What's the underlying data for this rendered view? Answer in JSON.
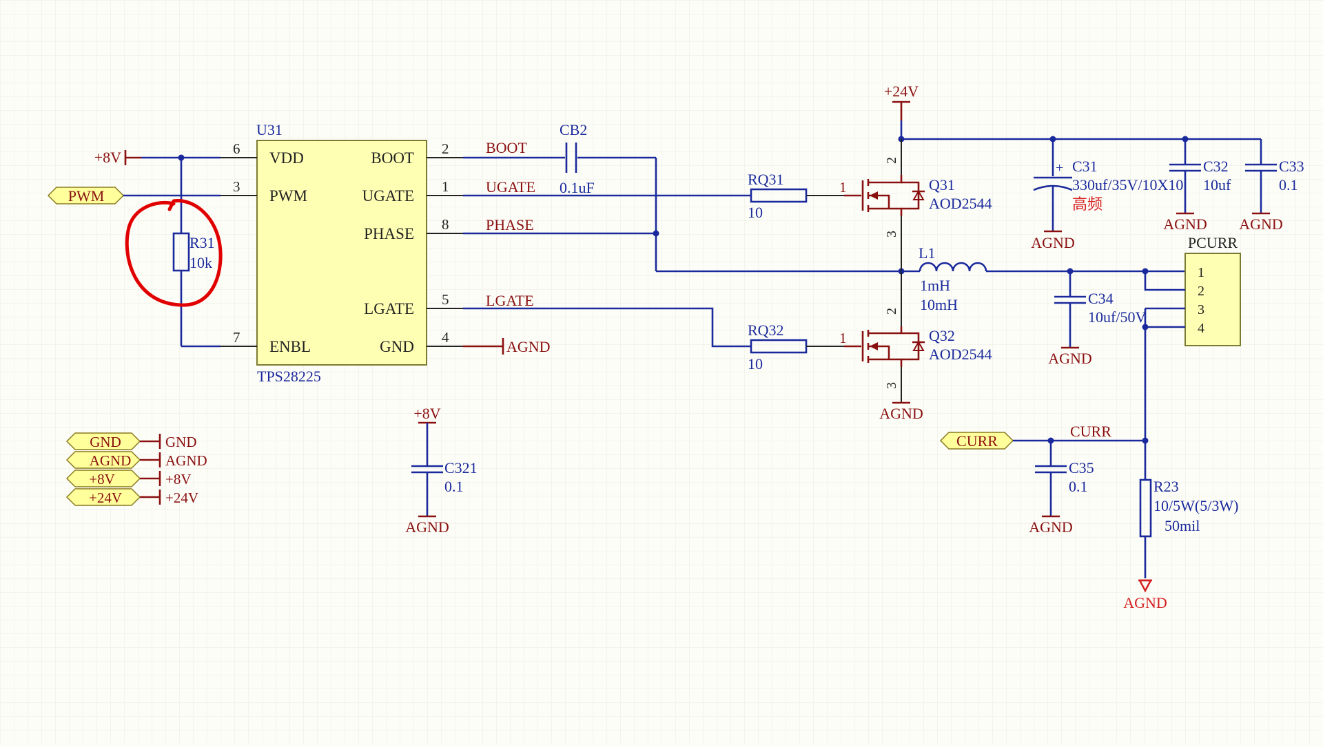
{
  "colors": {
    "wire": "#1a2a9c",
    "component": "#1a2a9c",
    "power_label": "#8a1010",
    "ic_fill": "#ffffb4",
    "port_fill": "#ffff9c",
    "highlight": "#e00000",
    "background": "#fdfdf8"
  },
  "ic": {
    "designator": "U31",
    "part": "TPS28225",
    "pins_left": [
      {
        "num": "6",
        "name": "VDD"
      },
      {
        "num": "3",
        "name": "PWM"
      },
      {
        "num": "7",
        "name": "ENBL"
      }
    ],
    "pins_right": [
      {
        "num": "2",
        "name": "BOOT"
      },
      {
        "num": "1",
        "name": "UGATE"
      },
      {
        "num": "8",
        "name": "PHASE"
      },
      {
        "num": "5",
        "name": "LGATE"
      },
      {
        "num": "4",
        "name": "GND"
      }
    ]
  },
  "nets": {
    "boot": "BOOT",
    "ugate": "UGATE",
    "phase": "PHASE",
    "lgate": "LGATE",
    "curr": "CURR"
  },
  "power": {
    "v8": "+8V",
    "v24": "+24V",
    "agnd": "AGND",
    "gnd": "GND"
  },
  "ports": {
    "pwm": "PWM",
    "curr": "CURR",
    "legend": [
      {
        "port": "GND",
        "net": "GND"
      },
      {
        "port": "AGND",
        "net": "AGND"
      },
      {
        "port": "+8V",
        "net": "+8V"
      },
      {
        "port": "+24V",
        "net": "+24V"
      }
    ]
  },
  "components": {
    "r31": {
      "ref": "R31",
      "value": "10k"
    },
    "cb2": {
      "ref": "CB2",
      "value": "0.1uF"
    },
    "rq31": {
      "ref": "RQ31",
      "value": "10",
      "pin": "1"
    },
    "rq32": {
      "ref": "RQ32",
      "value": "10",
      "pin": "1"
    },
    "q31": {
      "ref": "Q31",
      "part": "AOD2544",
      "pin_d": "2",
      "pin_s": "3"
    },
    "q32": {
      "ref": "Q32",
      "part": "AOD2544",
      "pin_d": "2",
      "pin_s": "3"
    },
    "l1": {
      "ref": "L1",
      "value1": "1mH",
      "value2": "10mH"
    },
    "c31": {
      "ref": "C31",
      "plus": "+",
      "value": "330uf/35V/10X10",
      "note": "高频"
    },
    "c32": {
      "ref": "C32",
      "value": "10uf"
    },
    "c33": {
      "ref": "C33",
      "value": "0.1"
    },
    "c34": {
      "ref": "C34",
      "value": "10uf/50V"
    },
    "c35": {
      "ref": "C35",
      "value": "0.1"
    },
    "c321": {
      "ref": "C321",
      "value": "0.1"
    },
    "r23": {
      "ref": "R23",
      "value": "10/5W(5/3W)",
      "note": "50mil"
    },
    "pcurr": {
      "ref": "PCURR",
      "pins": [
        "1",
        "2",
        "3",
        "4"
      ]
    }
  }
}
